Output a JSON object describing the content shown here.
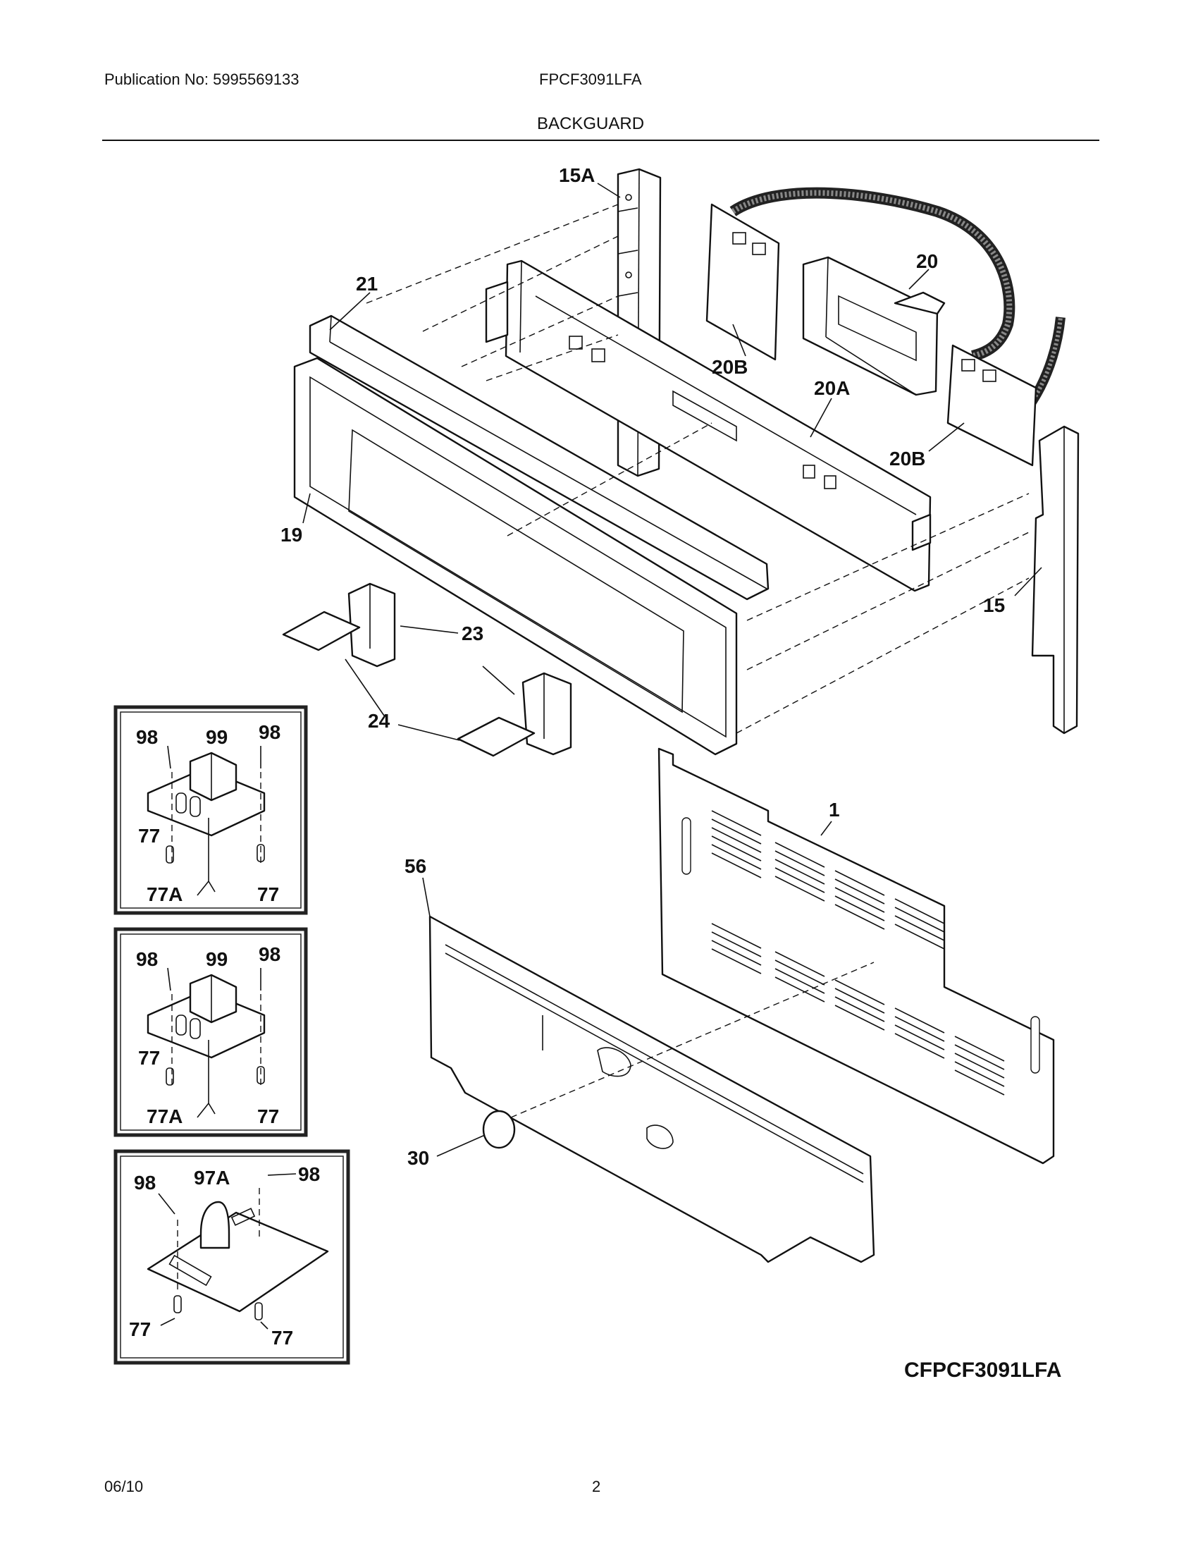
{
  "header": {
    "publication": "Publication No: 5995569133",
    "model": "FPCF3091LFA",
    "section_title": "BACKGUARD"
  },
  "callouts": {
    "c15A": "15A",
    "c21": "21",
    "c20": "20",
    "c20B_top": "20B",
    "c20A": "20A",
    "c20B_right": "20B",
    "c19": "19",
    "c15": "15",
    "c23": "23",
    "c24": "24",
    "c1": "1",
    "c56": "56",
    "c30": "30"
  },
  "inset_boxes": [
    {
      "labels": {
        "tl": "98",
        "tc": "99",
        "tr": "98",
        "ml": "77",
        "bl": "77A",
        "br": "77"
      }
    },
    {
      "labels": {
        "tl": "98",
        "tc": "99",
        "tr": "98",
        "ml": "77",
        "bl": "77A",
        "br": "77"
      }
    },
    {
      "labels": {
        "tl": "98",
        "tc": "97A",
        "tr": "98",
        "ml": "77",
        "br": "77"
      }
    }
  ],
  "diagram_code": "CFPCF3091LFA",
  "footer": {
    "date": "06/10",
    "page": "2"
  }
}
